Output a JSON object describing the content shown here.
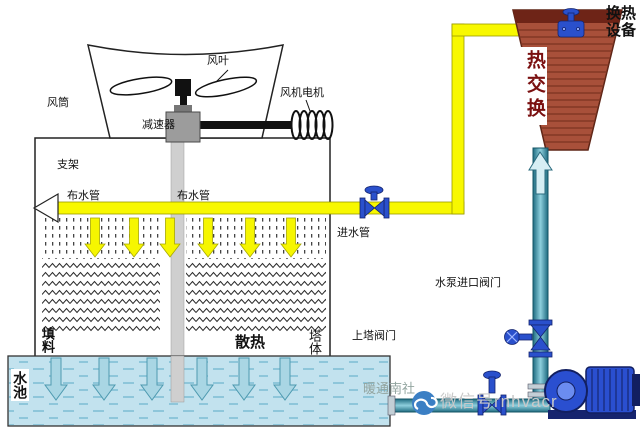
{
  "labels": {
    "fan_blade": "风叶",
    "fan_duct": "风筒",
    "fan_motor": "风机电机",
    "reducer": "减速器",
    "support": "支架",
    "dist_pipe_left": "布水管",
    "dist_pipe_right": "布水管",
    "inlet_pipe": "进水管",
    "fill": "填料",
    "heat_dissipation": "散热",
    "tower_body": "塔体",
    "tower_up_valve": "上塔阀门",
    "pump_inlet_valve": "水泵进口阀门",
    "water_pool": "水池",
    "hx_core": "热交换",
    "hx_equipment": "换热设备"
  },
  "watermark": {
    "brand": "暖通南社",
    "wechat": "微信号rnhvacr"
  },
  "colors": {
    "pipe_yellow": "#F8F800",
    "pipe_teal_dark": "#1E6B80",
    "pipe_teal_light": "#8ECFDD",
    "heat_exchanger_body": "#A8503A",
    "heat_exchanger_stripe": "#7C3422",
    "heat_exchanger_band": "#6E2417",
    "valve_blue": "#2A50CC",
    "pump_blue": "#2A4FD0",
    "water_fill": "#C2E2EE",
    "water_arrow": "#A9D6E4",
    "spray_arrow_yellow": "#F6F600",
    "shaft_gray": "#CFCFCF",
    "hx_text_red": "#7A1010"
  }
}
